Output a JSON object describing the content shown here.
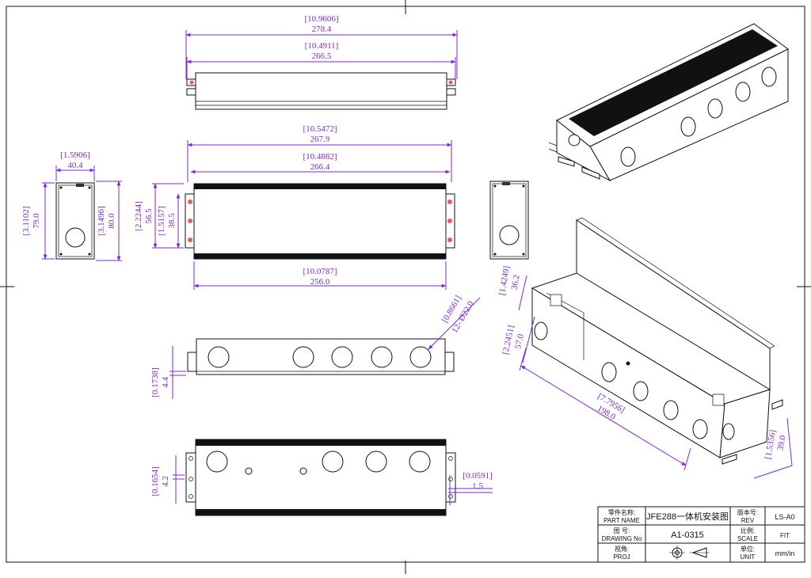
{
  "dimensions": {
    "top_overall_in": "[10.9606]",
    "top_overall_mm": "278.4",
    "top_inner_in": "[10.4911]",
    "top_inner_mm": "266.5",
    "front_overall_in": "[10.5472]",
    "front_overall_mm": "267.9",
    "front_inner_in": "[10.4882]",
    "front_inner_mm": "266.4",
    "front_bottom_in": "[10.0787]",
    "front_bottom_mm": "256.0",
    "front_h1_in": "[2.2244]",
    "front_h1_mm": "56.5",
    "front_h2_in": "[1.5157]",
    "front_h2_mm": "38.5",
    "end_width_in": "[1.5906]",
    "end_width_mm": "40.4",
    "end_h_outer_in": "[3.1102]",
    "end_h_outer_mm": "79.0",
    "end_h_inner_in": "[3.1496]",
    "end_h_inner_mm": "80.0",
    "hole_in": "[0.8661]",
    "hole_mm": "12- Ø22.0",
    "side_flange_in": "[0.1738]",
    "side_flange_mm": "4.4",
    "bottom_flange_in": "[0.1654]",
    "bottom_flange_mm": "4.2",
    "thickness_in": "[0.0591]",
    "thickness_mm": "1.5",
    "iso_w_in": "[1.4249]",
    "iso_w_mm": "36.2",
    "iso_h_in": "[2.2451]",
    "iso_h_mm": "57.0",
    "iso_len_in": "[7.7956]",
    "iso_len_mm": "198.0",
    "iso_end_in": "[1.5356]",
    "iso_end_mm": "39.0"
  },
  "title_block": {
    "part_name_label_cn": "零件名称:",
    "part_name_label_en": "PART NAME",
    "part_name_value": "JFE288一体机安装图",
    "rev_label_cn": "版本号:",
    "rev_label_en": "REV",
    "rev_value": "LS-A0",
    "drawing_no_label_cn": "图 号:",
    "drawing_no_label_en": "DRAWING No",
    "drawing_no_value": "A1-0315",
    "scale_label_cn": "比例:",
    "scale_label_en": "SCALE",
    "scale_value": "FIT",
    "proj_label_cn": "视角:",
    "proj_label_en": "PROJ",
    "unit_label_cn": "单位:",
    "unit_label_en": "UNIT",
    "unit_value": "mm/in"
  }
}
